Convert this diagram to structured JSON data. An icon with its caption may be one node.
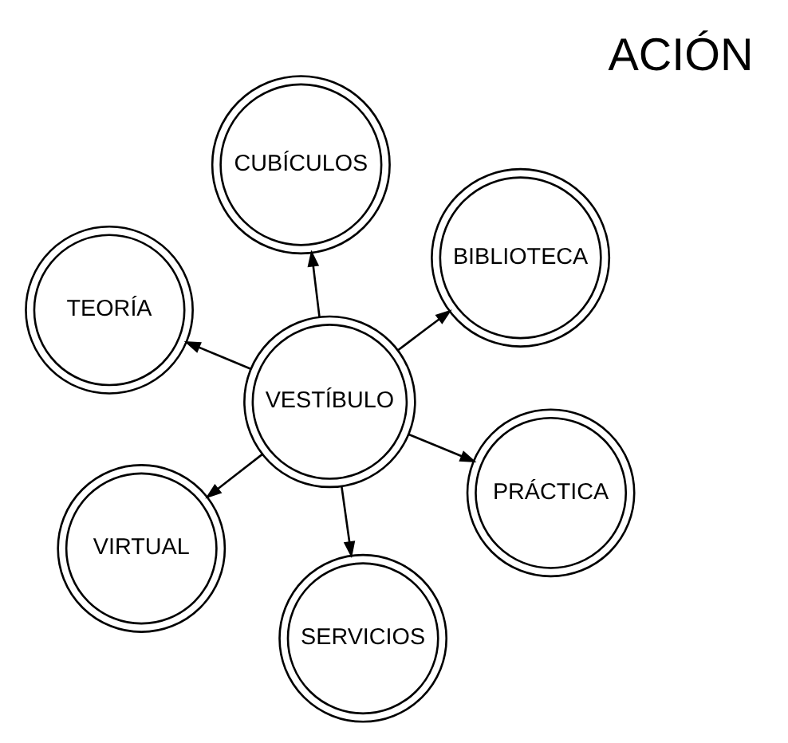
{
  "diagram": {
    "nodes": [
      {
        "text": [
          "TEORÍA"
        ]
      },
      {
        "text": [
          "PRÁCTICA"
        ]
      },
      {
        "text": [
          "SERVICIOS"
        ]
      },
      {
        "text": [
          "VESTÍBULO"
        ]
      },
      {
        "text": [
          "BIBLIOTECA"
        ]
      },
      {
        "text": [
          "CUBÍCULOS"
        ]
      },
      {
        "text": [
          "VIRTUAL"
        ]
      }
    ],
    "edges": [
      {
        "from": 3,
        "to": 0,
        "arrow": "to"
      },
      {
        "from": 3,
        "to": 1,
        "arrow": "to"
      },
      {
        "from": 3,
        "to": 2,
        "arrow": "to"
      },
      {
        "from": 3,
        "to": 4,
        "arrow": "to"
      },
      {
        "from": 3,
        "to": 5,
        "arrow": "to"
      },
      {
        "from": 3,
        "to": 6,
        "arrow": "to"
      }
    ],
    "labels": [
      "ACIÓN"
    ]
  }
}
